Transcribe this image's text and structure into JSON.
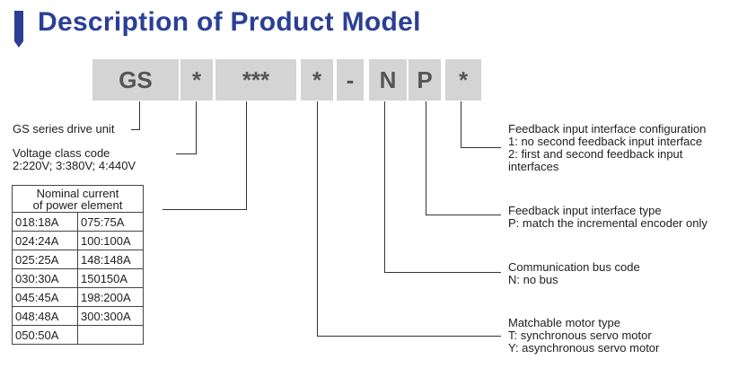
{
  "title": "Description of Product Model",
  "model_code": [
    "GS",
    "*",
    "***",
    "*",
    "-",
    "N",
    "P",
    "*"
  ],
  "labels": {
    "series": "GS series drive unit",
    "voltage_title": "Voltage class code",
    "voltage_values": "2:220V; 3:380V; 4:440V",
    "feedback_config_title": "Feedback input interface configuration",
    "feedback_config_1": "1: no second feedback input interface",
    "feedback_config_2": "2: first and second feedback input",
    "feedback_config_3": "interfaces",
    "feedback_type_title": "Feedback input interface type",
    "feedback_type_p": "P: match the incremental encoder only",
    "bus_title": "Communication bus code",
    "bus_n": "N: no bus",
    "motor_title": "Matchable motor type",
    "motor_t": "T: synchronous servo motor",
    "motor_y": "Y: asynchronous servo motor"
  },
  "current_table": {
    "header_line1": "Nominal current",
    "header_line2": "of power element",
    "rows": [
      [
        "018:18A",
        "075:75A"
      ],
      [
        "024:24A",
        "100:100A"
      ],
      [
        "025:25A",
        "148:148A"
      ],
      [
        "030:30A",
        "150150A"
      ],
      [
        "045:45A",
        "198:200A"
      ],
      [
        "048:48A",
        "300:300A"
      ],
      [
        "050:50A",
        ""
      ]
    ]
  },
  "colors": {
    "accent": "#2b3f96",
    "cell_bg": "#d4d4d4",
    "cell_text": "#555555"
  }
}
